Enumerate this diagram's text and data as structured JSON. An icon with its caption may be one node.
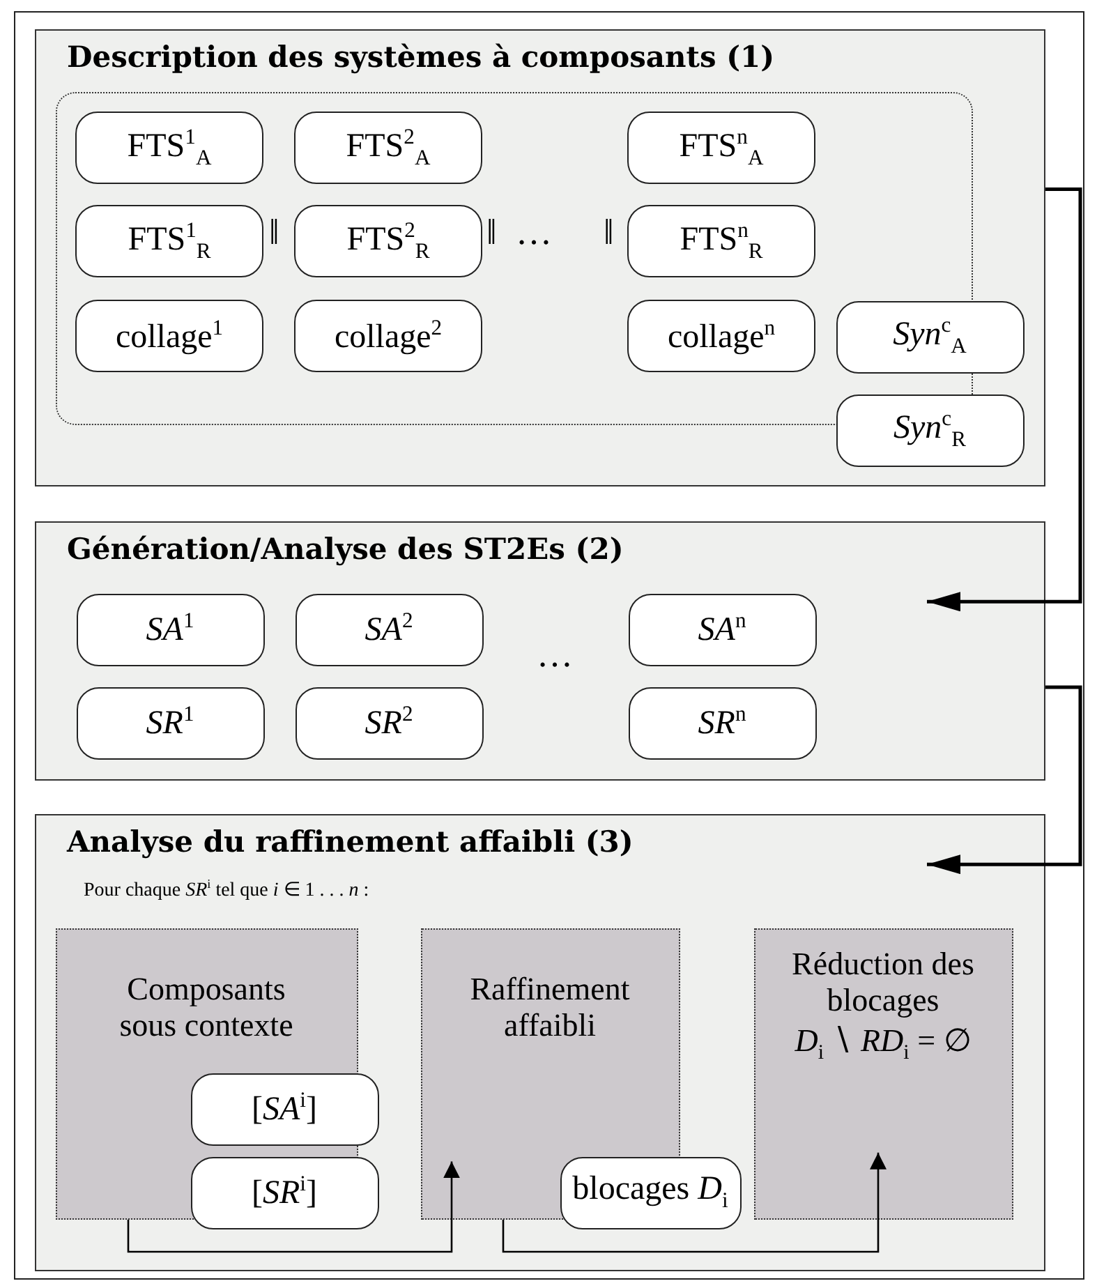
{
  "diagram": {
    "nodes": [
      {
        "text": [
          "Description des systèmes à composants (1)"
        ]
      },
      {
        "text": [],
        "shape": "box",
        "in": 0
      },
      {
        "text": [
          "FTS$^{1}$$_{A}$"
        ],
        "in": 1
      },
      {
        "text": [
          "FTS$^{2}$$_{A}$"
        ],
        "in": 1
      },
      {
        "text": [
          "FTS$^{n}$$_{A}$"
        ],
        "in": 1
      },
      {
        "text": [
          "FTS$^{1}$$_{R}$"
        ],
        "in": 1
      },
      {
        "text": [
          "FTS$^{2}$$_{R}$"
        ],
        "in": 1
      },
      {
        "text": [
          "FTS$^{n}$$_{R}$"
        ],
        "in": 1
      },
      {
        "text": [
          "collage$^{1}$"
        ],
        "in": 1
      },
      {
        "text": [
          "collage$^{2}$"
        ],
        "in": 1
      },
      {
        "text": [
          "collage$^{n}$"
        ],
        "in": 1
      },
      {
        "text": [
          "*Syn*$^{c}$$_{A}$"
        ],
        "in": 0
      },
      {
        "text": [
          "*Syn*$^{c}$$_{R}$"
        ],
        "in": 0
      },
      {
        "text": [
          "Génération/Analyse des ST2Es (2)"
        ]
      },
      {
        "text": [
          "*SA*$^{1}$"
        ],
        "in": 13
      },
      {
        "text": [
          "*SA*$^{2}$"
        ],
        "in": 13
      },
      {
        "text": [
          "*SA*$^{n}$"
        ],
        "in": 13
      },
      {
        "text": [
          "*SR*$^{1}$"
        ],
        "in": 13
      },
      {
        "text": [
          "*SR*$^{2}$"
        ],
        "in": 13
      },
      {
        "text": [
          "*SR*$^{n}$"
        ],
        "in": 13
      },
      {
        "text": [
          "Analyse du raffinement affaibli (3)",
          "Pour chaque *SR*$^{i}$ tel que *i* ∈ 1 . . . *n* :"
        ]
      },
      {
        "text": [
          "Composants sous contexte"
        ],
        "in": 20
      },
      {
        "text": [
          "[*SA*$^{i}$]"
        ],
        "in": 20
      },
      {
        "text": [
          "[*SR*$^{i}$]"
        ],
        "in": 20
      },
      {
        "text": [
          "Raffinement affaibli"
        ],
        "in": 20
      },
      {
        "text": [
          "blocages *D*$_{i}$"
        ],
        "in": 20
      },
      {
        "text": [
          "Réduction des blocages",
          "*D*$_{i}$ ∖ *RD*$_{i}$ = ∅"
        ],
        "in": 20
      }
    ],
    "edges": [
      {
        "from": 0,
        "to": 13,
        "arrow": "to"
      },
      {
        "from": 13,
        "to": 20,
        "arrow": "to"
      },
      {
        "from": 21,
        "to": 24,
        "arrow": "to"
      },
      {
        "from": 24,
        "to": 26,
        "arrow": "to"
      }
    ],
    "labels": [
      "‖",
      "‖",
      "…",
      "‖",
      "…"
    ]
  }
}
